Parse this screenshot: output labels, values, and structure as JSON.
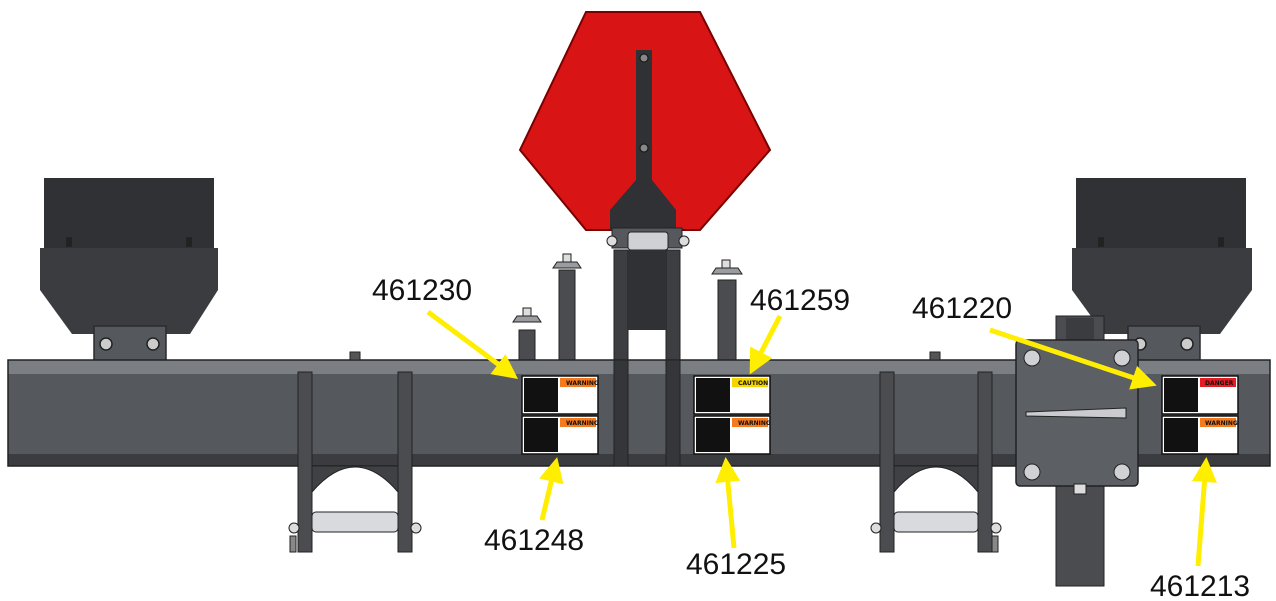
{
  "diagram": {
    "colors": {
      "steel": "#55585c",
      "steel_dark": "#2f3134",
      "steel_light": "#7b7e82",
      "reflector_red": "#d81414",
      "arrow_yellow": "#ffee00",
      "decal_orange": "#f47a20",
      "decal_red": "#e31b23"
    },
    "labels": [
      {
        "id": "461230",
        "text": "461230"
      },
      {
        "id": "461259",
        "text": "461259"
      },
      {
        "id": "461220",
        "text": "461220"
      },
      {
        "id": "461248",
        "text": "461248"
      },
      {
        "id": "461225",
        "text": "461225"
      },
      {
        "id": "461213",
        "text": "461213"
      }
    ],
    "decals": {
      "warning": "WARNING",
      "caution": "CAUTION",
      "danger": "DANGER"
    }
  }
}
